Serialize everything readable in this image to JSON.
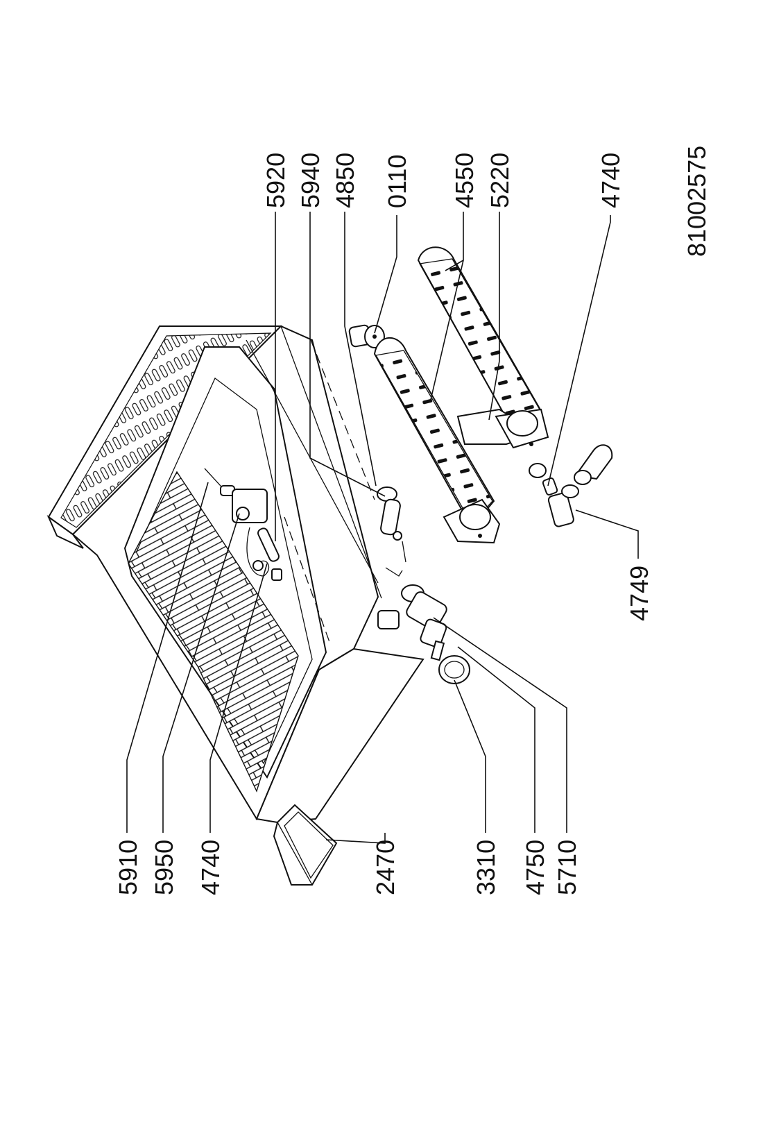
{
  "diagram": {
    "drawing_number": "81002575",
    "callouts": {
      "c5920": "5920",
      "c5940": "5940",
      "c4850": "4850",
      "c0110": "0110",
      "c4550": "4550",
      "c5220": "5220",
      "c4740_top": "4740",
      "c4749": "4749",
      "c5910": "5910",
      "c5950": "5950",
      "c4740_left": "4740",
      "c2470": "2470",
      "c3310": "3310",
      "c4750": "4750",
      "c5710": "5710"
    }
  }
}
